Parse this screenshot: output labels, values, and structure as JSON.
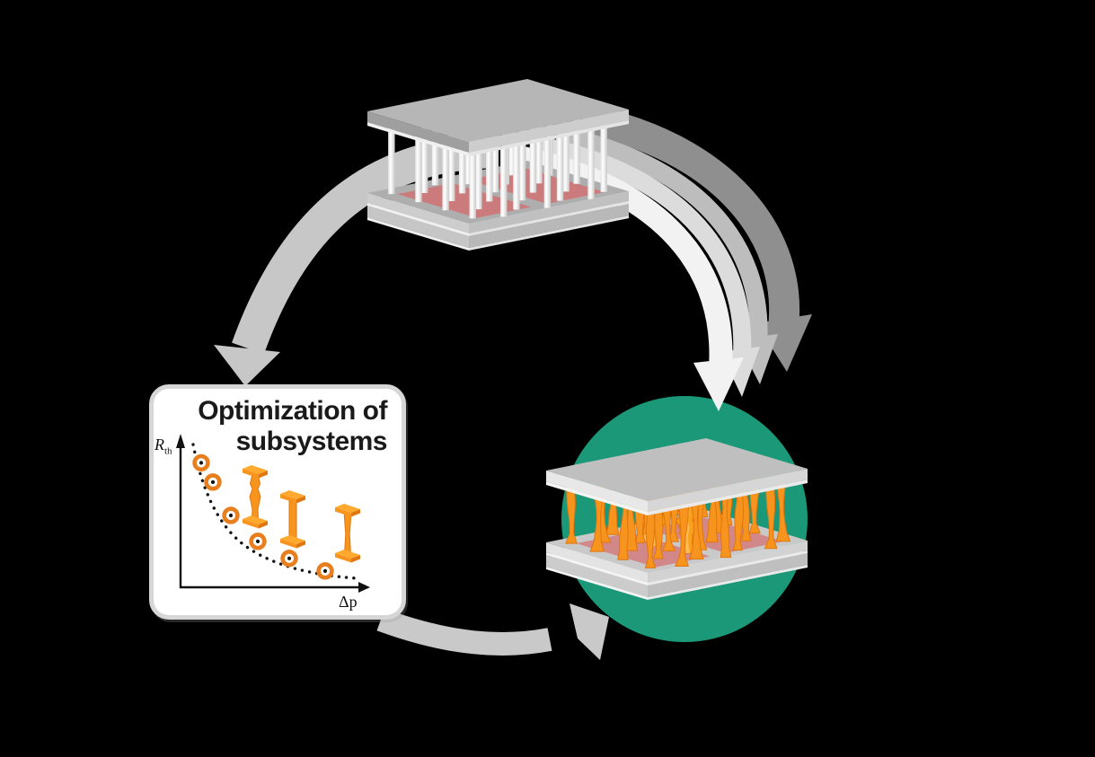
{
  "figure": {
    "type": "cycle-diagram",
    "background": "#000000",
    "nodes": {
      "initial_heatsink": {
        "name": "pin-fin heat sink with straight cylindrical pins",
        "plate_color": "#b6b6b6",
        "pin_color": "#f2f2f2",
        "heater_color": "#cb7b7b"
      },
      "optimization_box": {
        "title_line1": "Optimization of",
        "title_line2": "subsystems",
        "background": "#ffffff",
        "border_color": "#d6d6d6",
        "text_color": "#1a1a1a"
      },
      "optimized_heatsink": {
        "name": "heat sink with shape-optimized organic pins",
        "pin_color": "#f7941e",
        "pin_dark": "#e0760e",
        "pin_light": "#ffc061",
        "highlight_circle_color": "#1a9878",
        "heater_color": "#d28789"
      }
    },
    "arrows": {
      "left_color": "#c7c7c7",
      "bottom_color": "#c9c9c9",
      "right_layers": [
        "#8f8f8f",
        "#bdbdbd",
        "#dcdcdc",
        "#f2f2f2"
      ]
    }
  },
  "chart_data": {
    "type": "scatter",
    "title": "",
    "xlabel": "Δp",
    "ylabel": "R_th",
    "ylabel_parts": {
      "symbol": "R",
      "subscript": "th"
    },
    "x_range": [
      0,
      1
    ],
    "y_range": [
      0,
      1
    ],
    "grid": false,
    "legend": null,
    "trend": "dotted monotonically decreasing Pareto front",
    "marker": {
      "shape": "ring",
      "color": "#e87e1e",
      "center_dot": "#111111"
    },
    "points": [
      {
        "x": 0.115,
        "y": 0.84
      },
      {
        "x": 0.18,
        "y": 0.71
      },
      {
        "x": 0.28,
        "y": 0.485
      },
      {
        "x": 0.43,
        "y": 0.31
      },
      {
        "x": 0.605,
        "y": 0.195
      },
      {
        "x": 0.805,
        "y": 0.11
      }
    ],
    "annotations": [
      "spool-pin-icon",
      "i-beam-pin-icon",
      "tapered-i-beam-pin-icon"
    ]
  },
  "colors": {
    "background": "#000000",
    "teal_circle": "#1a9878",
    "orange_pin": "#f7941e",
    "orange_dark": "#e0760e",
    "orange_light": "#ffc061",
    "heater_red": "#cb7b7b",
    "axis_black": "#111111"
  }
}
